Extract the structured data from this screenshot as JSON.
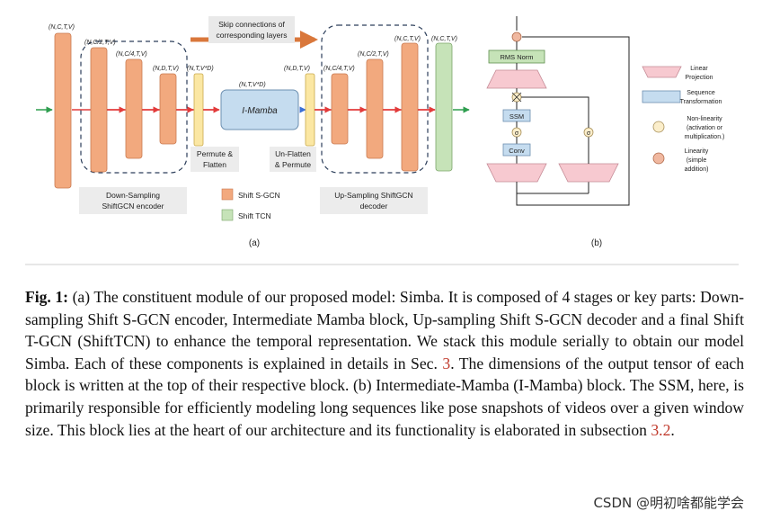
{
  "figure": {
    "panel_a": {
      "label": "(a)",
      "dims": {
        "input": "(N,C,T,V)",
        "down1": "(N,C/2,T,V)",
        "down2": "(N,C/4,T,V)",
        "down3": "(N,D,T,V)",
        "permute": "(N,T,V*D)",
        "mamba": "(N,T,V*D)",
        "unflatten": "(N,D,T,V)",
        "up1": "(N,C/4,T,V)",
        "up2": "(N,C/2,T,V)",
        "up3": "(N,C,T,V)",
        "tcn": "(N,C,T,V)"
      },
      "skip_label": [
        "Skip connections of",
        "corresponding layers"
      ],
      "mamba_label": "I-Mamba",
      "permute_label": [
        "Permute &",
        "Flatten"
      ],
      "unflatten_label": [
        "Un-Flatten",
        "& Permute"
      ],
      "encoder_label": [
        "Down-Sampling",
        "ShiftGCN encoder"
      ],
      "decoder_label": [
        "Up-Sampling ShiftGCN",
        "decoder"
      ],
      "legend": [
        {
          "label": "Shift S-GCN",
          "color": "#f2a97e"
        },
        {
          "label": "Shift TCN",
          "color": "#c6e3b8"
        }
      ]
    },
    "panel_b": {
      "label": "(b)",
      "rms_norm": "RMS Norm",
      "ssm": "SSM",
      "conv": "Conv",
      "sigma": "σ",
      "legend": [
        {
          "label": [
            "Linear",
            "Projection"
          ],
          "icon": "trapezoid"
        },
        {
          "label": [
            "Sequence",
            "Transformation"
          ],
          "icon": "rect"
        },
        {
          "label": [
            "Non-linearity",
            "(activation or",
            "multiplication.)"
          ],
          "icon": "circle-light"
        },
        {
          "label": [
            "Linearity",
            "(simple",
            "addition)"
          ],
          "icon": "circle-dark"
        }
      ]
    },
    "colors": {
      "orange": "#f2a97e",
      "green": "#c6e3b8",
      "yellow": "#fbe7a3",
      "blue": "#c5dcef",
      "pink": "#f7c9d0",
      "skip_arrow": "#d9773b"
    }
  },
  "caption": {
    "fig_label": "Fig. 1:",
    "part1": " (a) The constituent module of our proposed model: Simba. It is composed of 4 stages or key parts: Down-sampling Shift S-GCN encoder, Intermediate Mamba block, Up-sampling Shift S-GCN decoder and a final Shift T-GCN (ShiftTCN) to enhance the temporal representation. We stack this module serially to obtain our model Simba. Each of these components is explained in details in Sec. ",
    "ref1": "3",
    "part2": ". The dimensions of the output tensor of each block is written at the top of their respective block. (b) Intermediate-Mamba (I-Mamba) block. The SSM, here, is primarily responsible for efficiently modeling long sequences like pose snapshots of videos over a given window size. This block lies at the heart of our architecture and its functionality is elaborated in subsection ",
    "ref2": "3.2",
    "part3": "."
  },
  "watermark": "CSDN @明初啥都能学会"
}
